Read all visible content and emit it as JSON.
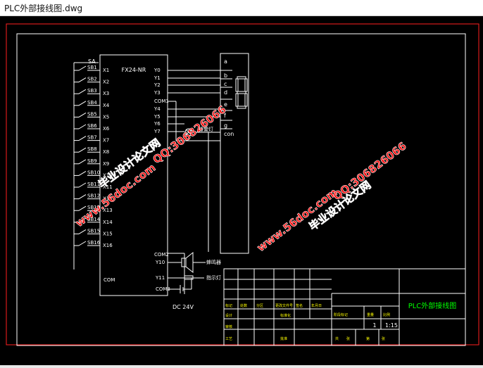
{
  "window": {
    "title": "PLC外部接线图.dwg"
  },
  "plc": {
    "model": "FX24-NR",
    "inputs": [
      "X1",
      "X2",
      "X3",
      "X4",
      "X5",
      "X6",
      "X7",
      "X8",
      "X9",
      "X10",
      "X11",
      "X12",
      "X13",
      "X14",
      "X15",
      "X16"
    ],
    "outputs": [
      "Y0",
      "Y1",
      "Y2",
      "Y3",
      "COM1",
      "Y4",
      "Y5",
      "Y6",
      "Y7"
    ],
    "com2": "COM2",
    "y10": "Y10",
    "y11": "Y11",
    "com3": "COM3",
    "com_left": "COM"
  },
  "switches": {
    "header": "SA",
    "labels": [
      "SB1",
      "SB2",
      "SB3",
      "SB4",
      "SB5",
      "SB6",
      "SB7",
      "SB8",
      "SB9",
      "SB10",
      "SB11",
      "SB12",
      "SB13",
      "SB14",
      "SB15",
      "SB16"
    ]
  },
  "display": {
    "segments": [
      "a",
      "b",
      "c",
      "d",
      "e",
      "f",
      "g",
      "con"
    ]
  },
  "misc": {
    "power": "DC 24V",
    "buzzer_label": "蜂鸣器",
    "lamp_label": "指示灯",
    "lamp_label2": "报警灯"
  },
  "title_block": {
    "drawing_title": "PLC外部接线图",
    "scale": "1:15",
    "qty": "1",
    "row1": [
      "标记",
      "处数",
      "分区",
      "更改文件号",
      "签名",
      "年月日"
    ],
    "row2": [
      "设计",
      "标准化",
      "阶段标记",
      "重量",
      "比例"
    ],
    "row3": [
      "审核"
    ],
    "row4": [
      "工艺",
      "批准",
      "共",
      "张",
      "第",
      "张"
    ]
  },
  "watermarks": {
    "site": "www.56doc.com",
    "brand": "毕业设计论文网",
    "qq": "QQ:306826066"
  },
  "colors": {
    "background": "#000000",
    "line": "#ffffff",
    "frame_red": "#ff2020",
    "title_green": "#00ff00",
    "text_yellow": "#ffff00",
    "watermark": "#ff0000"
  }
}
